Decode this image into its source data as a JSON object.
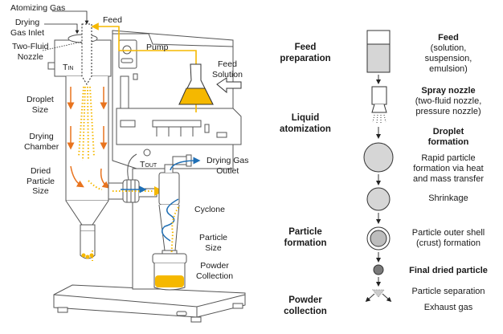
{
  "apparatus": {
    "labels": {
      "atomizing_gas": "Atomizing Gas",
      "drying_gas_inlet": "Drying\nGas Inlet",
      "feed": "Feed",
      "two_fluid_nozzle": "Two-Fluid\nNozzle",
      "pump": "Pump",
      "t_in": "T",
      "t_in_sub": "IN",
      "feed_solution": "Feed\nSolution",
      "droplet_size": "Droplet\nSize",
      "drying_chamber": "Drying\nChamber",
      "dried_particle_size": "Dried\nParticle\nSize",
      "t_out": "T",
      "t_out_sub": "OUT",
      "drying_gas_outlet": "Drying Gas\nOutlet",
      "cyclone": "Cyclone",
      "particle_size": "Particle\nSize",
      "powder_collection": "Powder\nCollection"
    },
    "colors": {
      "feed_line": "#f5b800",
      "flow_arrow": "#e8731e",
      "gas_flow": "#1f6fb5",
      "outline": "#555555"
    }
  },
  "process": {
    "stages": [
      {
        "label": "Feed\npreparation"
      },
      {
        "label": "Liquid\natomization"
      },
      {
        "label": "Particle\nformation"
      },
      {
        "label": "Powder\ncollection"
      }
    ],
    "steps": [
      {
        "title": "Feed",
        "detail": "(solution,\nsuspension,\nemulsion)"
      },
      {
        "title": "Spray nozzle",
        "detail": "(two-fluid nozzle,\npressure nozzle)"
      },
      {
        "title": "Droplet\nformation",
        "detail": ""
      },
      {
        "title": "",
        "detail": "Rapid particle\nformation via heat\nand mass transfer"
      },
      {
        "title": "",
        "detail": "Shrinkage"
      },
      {
        "title": "",
        "detail": "Particle outer shell\n(crust) formation"
      },
      {
        "title": "Final dried particle",
        "detail": ""
      },
      {
        "title": "",
        "detail": "Particle separation"
      },
      {
        "title": "",
        "detail": "Exhaust gas"
      }
    ]
  }
}
